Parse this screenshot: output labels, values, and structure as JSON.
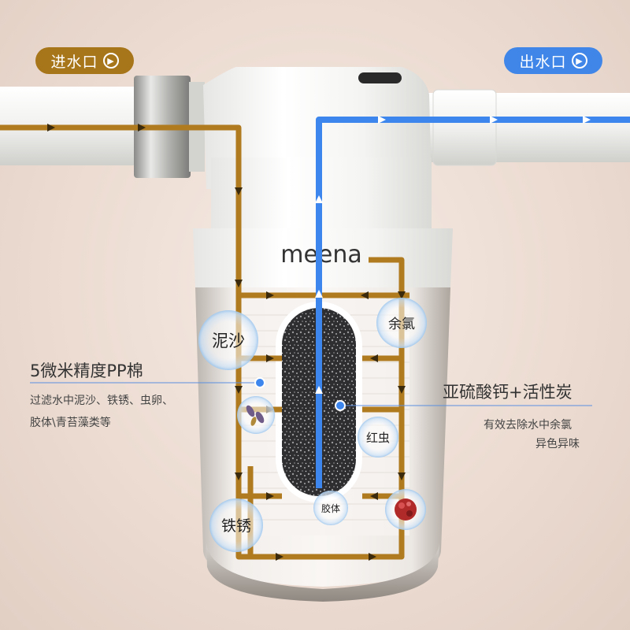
{
  "inlet": {
    "label": "进水口"
  },
  "outlet": {
    "label": "出水口"
  },
  "brand": "meena",
  "pp_filter": {
    "title": "5微米精度PP棉",
    "desc_line1": "过滤水中泥沙、铁锈、虫卵、",
    "desc_line2": "胶体\\青苔藻类等"
  },
  "carbon_filter": {
    "title": "亚硫酸钙+活性炭",
    "desc_line1": "有效去除水中余氯",
    "desc_line2": "异色异味"
  },
  "bubbles": {
    "sand": "泥沙",
    "chlorine": "余氯",
    "red_worm": "红虫",
    "colloid": "胶体",
    "rust": "铁锈"
  },
  "colors": {
    "inlet_flow": "#b07a1f",
    "outlet_flow": "#3d86ee",
    "pipe": "#f4f4f2"
  }
}
